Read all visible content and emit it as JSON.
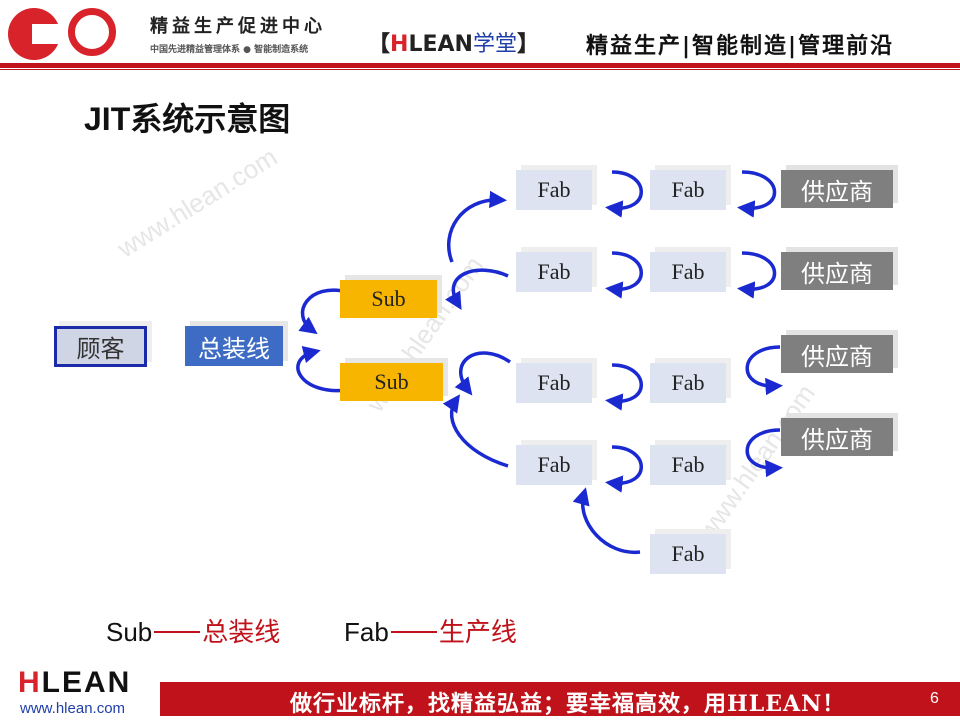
{
  "header": {
    "org_name": "精益生产促进中心",
    "org_sub": "中国先进精益管理体系 ● 智能制造系统",
    "brand_left": "【",
    "brand_h": "H",
    "brand_lean": "LEAN",
    "brand_cn": "学堂",
    "brand_right": "】",
    "tagline": "精益生产|智能制造|管理前沿"
  },
  "title": "JIT系统示意图",
  "watermark": "www.hlean.com",
  "diagram": {
    "customer": "顾客",
    "assembly_line": "总装线",
    "subs": [
      "Sub",
      "Sub"
    ],
    "fabs": [
      "Fab",
      "Fab",
      "Fab",
      "Fab",
      "Fab",
      "Fab",
      "Fab",
      "Fab",
      "Fab"
    ],
    "suppliers": [
      "供应商",
      "供应商",
      "供应商",
      "供应商"
    ]
  },
  "legend": [
    {
      "key": "Sub",
      "value": "总装线"
    },
    {
      "key": "Fab",
      "value": "生产线"
    }
  ],
  "footer": {
    "logo_h": "H",
    "logo_rest": "LEAN",
    "url": "www.hlean.com",
    "slogan": "做行业标杆，找精益弘益；要幸福高效，用HLEAN！",
    "page": "6"
  },
  "colors": {
    "brand_red": "#c0121a",
    "arrow_blue": "#1a2ad0",
    "sub_yellow": "#f7b500",
    "line_blue": "#3e6cc4",
    "supplier_gray": "#7f7f7f"
  }
}
